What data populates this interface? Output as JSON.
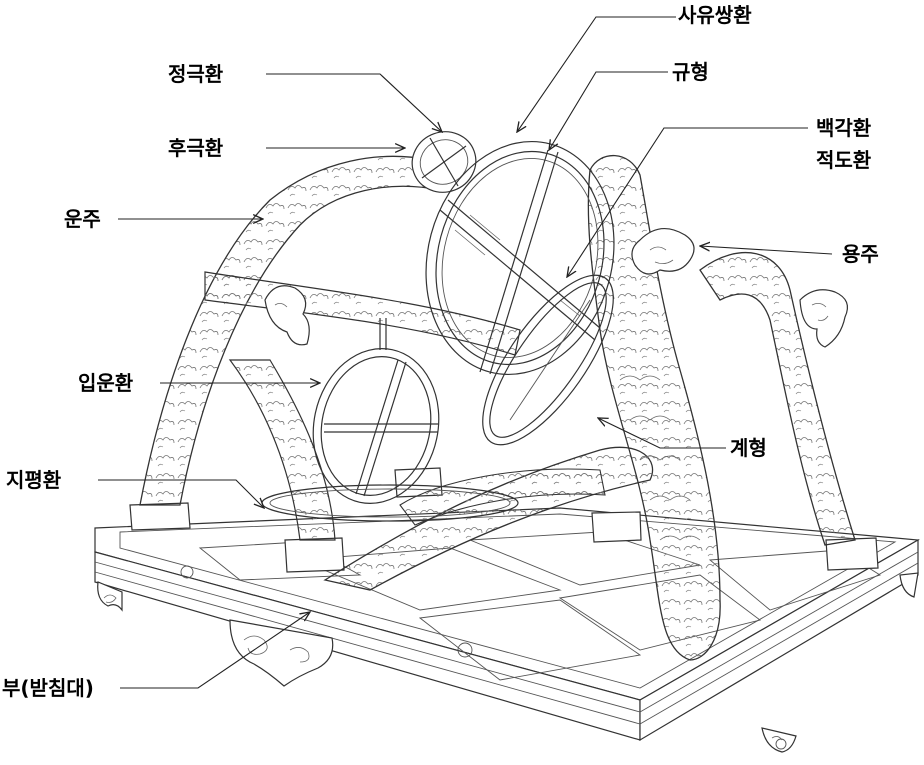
{
  "labels": {
    "sayussanghwan": "사유쌍환",
    "gyuhyeong": "규형",
    "jeonggeukhwan": "정극환",
    "baekgakhwan": "백각환",
    "jeokdohwan": "적도환",
    "hugeukhwan": "후극환",
    "unju": "운주",
    "yongju": "용주",
    "ibunhwan": "입운환",
    "gyehyeong": "계형",
    "jipyeonghwan": "지평환",
    "bu": "부(받침대)"
  },
  "colors": {
    "line": "#333333",
    "background": "#ffffff",
    "text": "#000000"
  }
}
